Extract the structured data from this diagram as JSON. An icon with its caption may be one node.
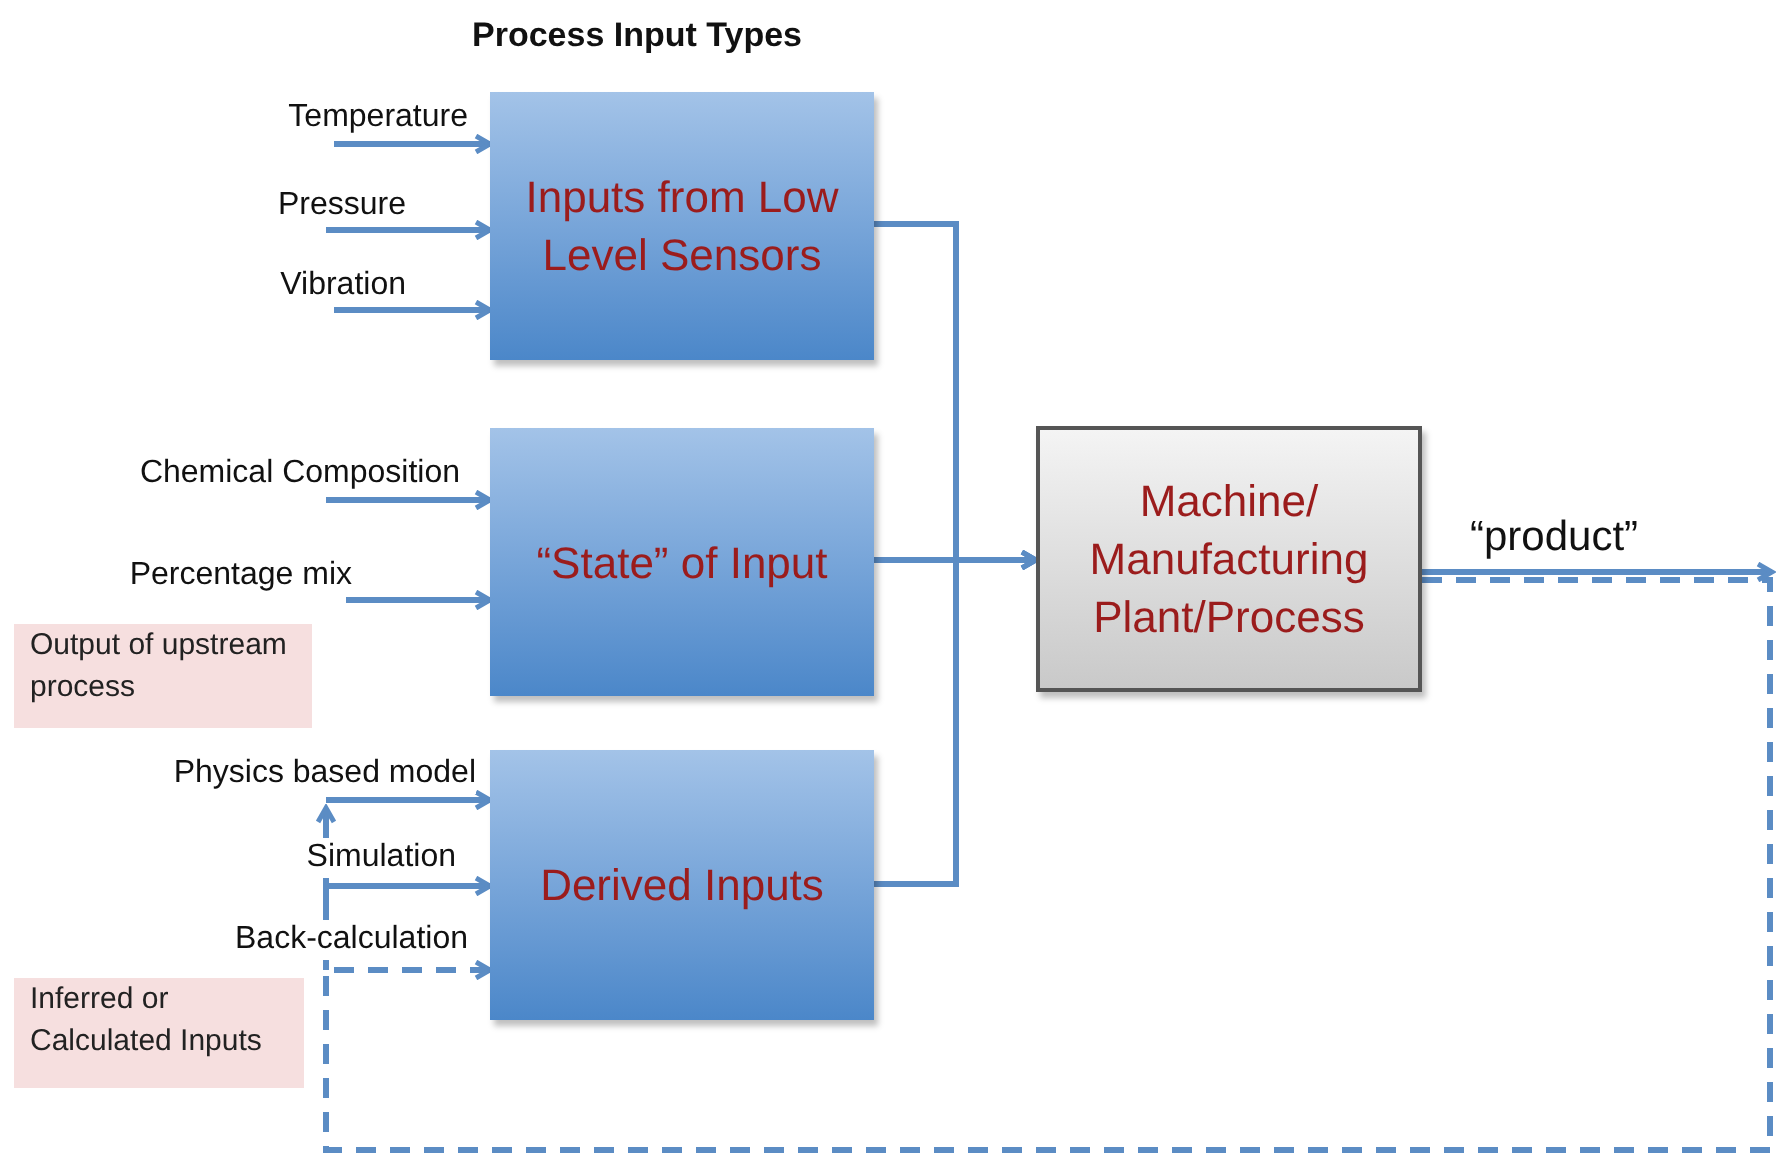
{
  "diagram": {
    "title": "Process Input Types",
    "nodes": [
      {
        "text": [
          "Inputs from Low Level Sensors"
        ]
      },
      {
        "text": [
          "“State” of Input"
        ]
      },
      {
        "text": [
          "Derived Inputs"
        ]
      },
      {
        "text": [
          "Machine/ Manufacturing Plant/Process"
        ]
      },
      {
        "text": [
          "Output of upstream process"
        ]
      },
      {
        "text": [
          "Inferred or Calculated Inputs"
        ]
      }
    ],
    "edges": [
      {
        "from": null,
        "to": 0,
        "arrow": "to",
        "label": "Temperature"
      },
      {
        "from": null,
        "to": 0,
        "arrow": "to",
        "label": "Pressure"
      },
      {
        "from": null,
        "to": 0,
        "arrow": "to",
        "label": "Vibration"
      },
      {
        "from": null,
        "to": 1,
        "arrow": "to",
        "label": "Chemical Composition"
      },
      {
        "from": null,
        "to": 1,
        "arrow": "to",
        "label": "Percentage mix"
      },
      {
        "from": null,
        "to": 2,
        "arrow": "to",
        "label": "Physics based model"
      },
      {
        "from": null,
        "to": 2,
        "arrow": "to",
        "label": "Simulation"
      },
      {
        "from": 3,
        "to": 2,
        "arrow": "to",
        "label": "Back-calculation",
        "style": "dashed"
      },
      {
        "from": 0,
        "to": 3,
        "arrow": "to"
      },
      {
        "from": 1,
        "to": 3,
        "arrow": "to"
      },
      {
        "from": 2,
        "to": 3,
        "arrow": "to"
      },
      {
        "from": 3,
        "to": null,
        "arrow": "to",
        "label": "“product”"
      }
    ]
  }
}
